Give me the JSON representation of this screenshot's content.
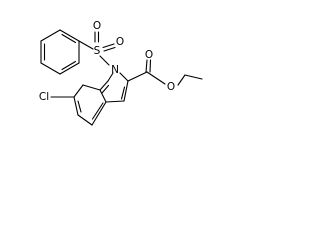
{
  "molecule": {
    "atoms": {
      "sulfur": "S",
      "sulfonyl_oxygen_left": "O",
      "sulfonyl_oxygen_right": "O",
      "nitrogen": "N",
      "chlorine": "Cl",
      "ester_carbonyl_oxygen": "O",
      "ester_ether_oxygen": "O"
    }
  }
}
